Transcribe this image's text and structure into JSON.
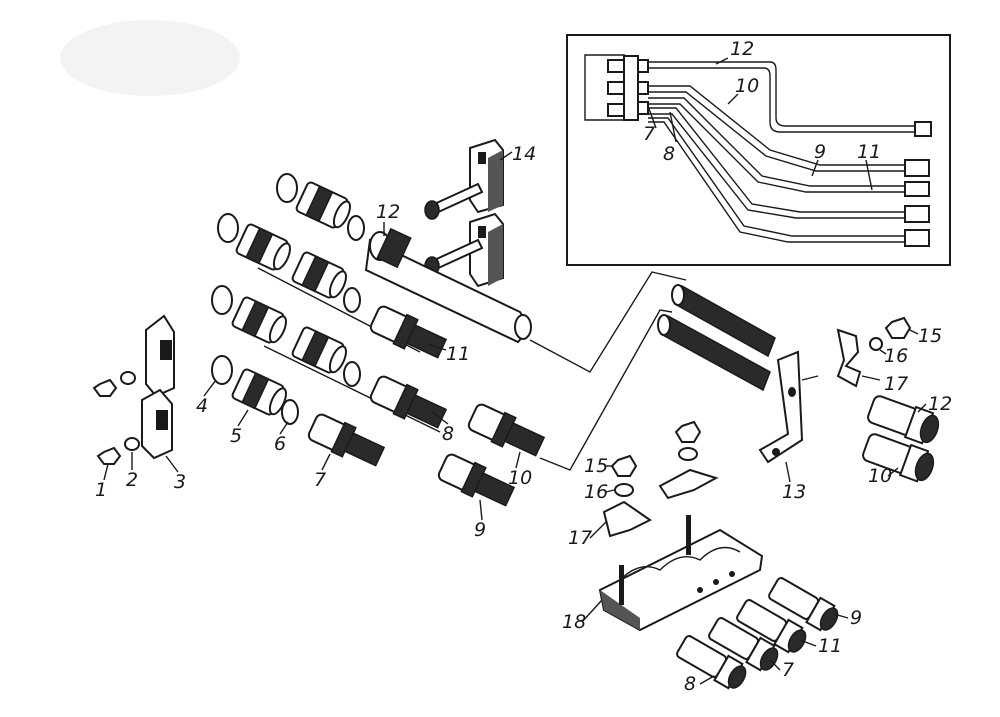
{
  "callouts": {
    "c1": "1",
    "c2": "2",
    "c3": "3",
    "c4": "4",
    "c5": "5",
    "c6": "6",
    "c7a": "7",
    "c8a": "8",
    "c9a": "9",
    "c10a": "10",
    "c11a": "11",
    "c12a": "12",
    "c13": "13",
    "c14": "14",
    "c15a": "15",
    "c16a": "16",
    "c17a": "17",
    "c15b": "15",
    "c16b": "16",
    "c17b": "17",
    "c12b": "12",
    "c10b": "10",
    "c18": "18",
    "c9b": "9",
    "c11b": "11",
    "c7b": "7",
    "c8b": "8"
  },
  "inset": {
    "c12": "12",
    "c10": "10",
    "c7": "7",
    "c8": "8",
    "c9": "9",
    "c11": "11"
  }
}
